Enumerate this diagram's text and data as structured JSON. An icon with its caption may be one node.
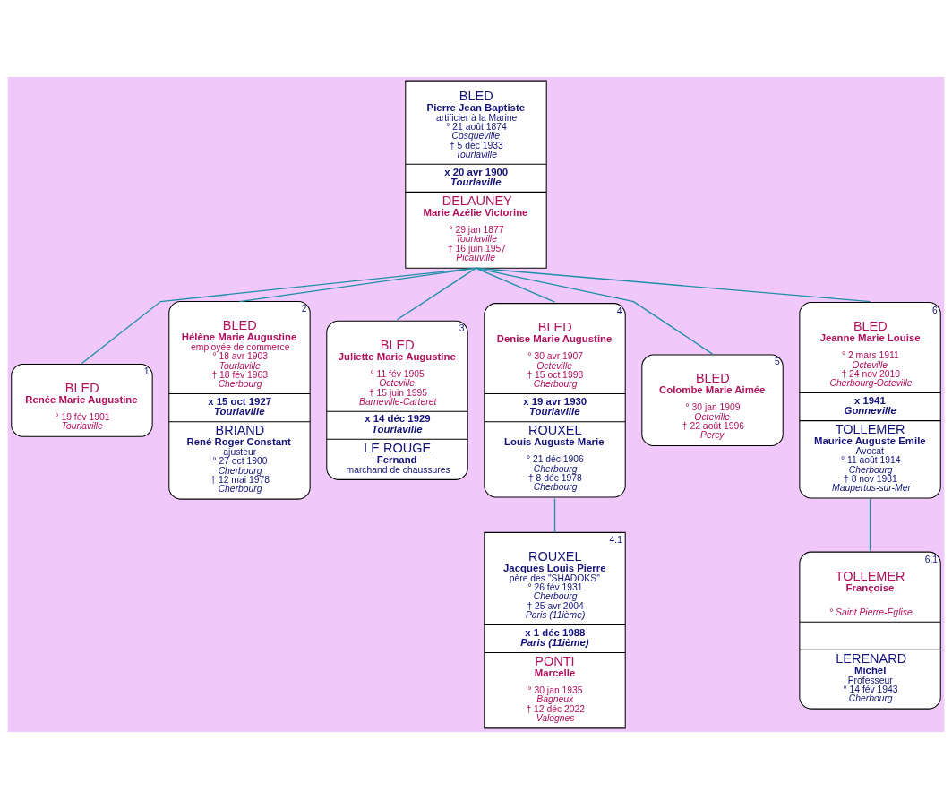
{
  "diagram": {
    "nodes": [
      {
        "text": [
          "BLED",
          "Pierre Jean Baptiste",
          "artificier à la Marine",
          "° 21 août 1874",
          "Cosqueville",
          "† 5 déc 1933",
          "Tourlaville",
          "x 20 avr 1900",
          "Tourlaville",
          "DELAUNEY",
          "Marie Azélie Victorine",
          "° 29 jan 1877",
          "Tourlaville",
          "† 16 juin 1957",
          "Picauville"
        ]
      },
      {
        "text": [
          "1",
          "BLED",
          "Renée Marie Augustine",
          "° 19 fév 1901",
          "Tourlaville"
        ]
      },
      {
        "text": [
          "2",
          "BLED",
          "Hélène Marie Augustine",
          "employée de commerce",
          "° 18 avr 1903",
          "Tourlaville",
          "† 18 fév 1963",
          "Cherbourg",
          "x 15 oct 1927",
          "Tourlaville",
          "BRIAND",
          "René Roger Constant",
          "ajusteur",
          "° 27 oct 1900",
          "Cherbourg",
          "† 12 mai 1978",
          "Cherbourg"
        ]
      },
      {
        "text": [
          "3",
          "BLED",
          "Juliette Marie Augustine",
          "° 11 fév 1905",
          "Octeville",
          "† 15 juin 1995",
          "Barneville-Carteret",
          "x 14 déc 1929",
          "Tourlaville",
          "LE ROUGE",
          "Fernand",
          "marchand de chaussures"
        ]
      },
      {
        "text": [
          "4",
          "BLED",
          "Denise Marie Augustine",
          "° 30 avr 1907",
          "Octeville",
          "† 15 oct 1998",
          "Cherbourg",
          "x 19 avr 1930",
          "Tourlaville",
          "ROUXEL",
          "Louis Auguste Marie",
          "° 21 déc 1906",
          "Cherbourg",
          "† 8 déc 1978",
          "Cherbourg"
        ]
      },
      {
        "text": [
          "5",
          "BLED",
          "Colombe Marie Aimée",
          "° 30 jan 1909",
          "Octeville",
          "† 22 août 1996",
          "Percy"
        ]
      },
      {
        "text": [
          "6",
          "BLED",
          "Jeanne Marie Louise",
          "° 2 mars 1911",
          "Octeville",
          "† 24 nov 2010",
          "Cherbourg-Octeville",
          "x 1941",
          "Gonneville",
          "TOLLEMER",
          "Maurice Auguste Emile",
          "Avocat",
          "° 11 août 1914",
          "Cherbourg",
          "† 8 nov 1981",
          "Maupertus-sur-Mer"
        ]
      },
      {
        "text": [
          "4.1",
          "ROUXEL",
          "Jacques Louis Pierre",
          "père des \"SHADOKS\"",
          "° 26 fév 1931",
          "Cherbourg",
          "† 25 avr 2004",
          "Paris (11ième)",
          "x 1 déc 1988",
          "Paris (11ième)",
          "PONTI",
          "Marcelle",
          "° 30 jan 1935",
          "Bagneux",
          "† 12 déc 2022",
          "Valognes"
        ]
      },
      {
        "text": [
          "6.1",
          "TOLLEMER",
          "Françoise",
          "° Saint Pierre-Eglise",
          "LERENARD",
          "Michel",
          "Professeur",
          "° 14 fév 1943",
          "Cherbourg"
        ]
      }
    ],
    "edges": [
      {
        "from": 0,
        "to": 1,
        "arrow": "none"
      },
      {
        "from": 0,
        "to": 2,
        "arrow": "none"
      },
      {
        "from": 0,
        "to": 3,
        "arrow": "none"
      },
      {
        "from": 0,
        "to": 4,
        "arrow": "none"
      },
      {
        "from": 0,
        "to": 5,
        "arrow": "none"
      },
      {
        "from": 0,
        "to": 6,
        "arrow": "none"
      },
      {
        "from": 4,
        "to": 7,
        "arrow": "none"
      },
      {
        "from": 6,
        "to": 8,
        "arrow": "none"
      }
    ]
  }
}
